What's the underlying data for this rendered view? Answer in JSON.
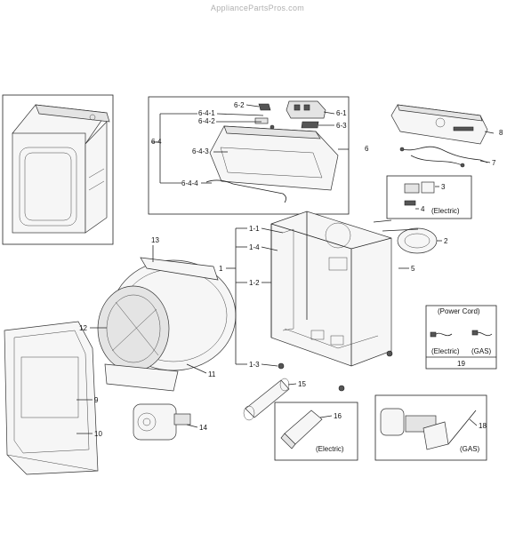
{
  "watermark": "AppliancePartsPros.com",
  "callouts": {
    "c1": "1",
    "c1_1": "1-1",
    "c1_2": "1-2",
    "c1_3": "1-3",
    "c1_4": "1-4",
    "c2": "2",
    "c3": "3",
    "c4": "4",
    "c5": "5",
    "c6": "6",
    "c6_1": "6-1",
    "c6_2": "6-2",
    "c6_3": "6-3",
    "c6_4": "6-4",
    "c6_4_1": "6-4-1",
    "c6_4_2": "6-4-2",
    "c6_4_3": "6-4-3",
    "c6_4_4": "6-4-4",
    "c7": "7",
    "c8": "8",
    "c9": "9",
    "c10": "10",
    "c11": "11",
    "c12": "12",
    "c13": "13",
    "c14": "14",
    "c15": "15",
    "c16": "16",
    "c18": "18",
    "c19": "19"
  },
  "captions": {
    "electric_3_4": "(Electric)",
    "power_cord": "(Power Cord)",
    "cord_electric": "(Electric)",
    "cord_gas": "(GAS)",
    "heater_electric": "(Electric)",
    "burner_gas": "(GAS)"
  }
}
